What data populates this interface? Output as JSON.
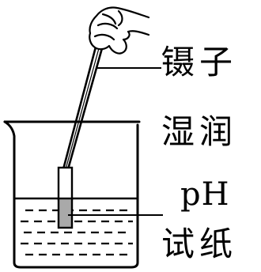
{
  "labels": {
    "tweezers": "镊子",
    "moistened": "湿润",
    "ph": "pH",
    "test_paper": "试纸"
  },
  "colors": {
    "ink": "#000000",
    "paper_strip_wet": "#a9a9a9",
    "background": "#ffffff"
  }
}
